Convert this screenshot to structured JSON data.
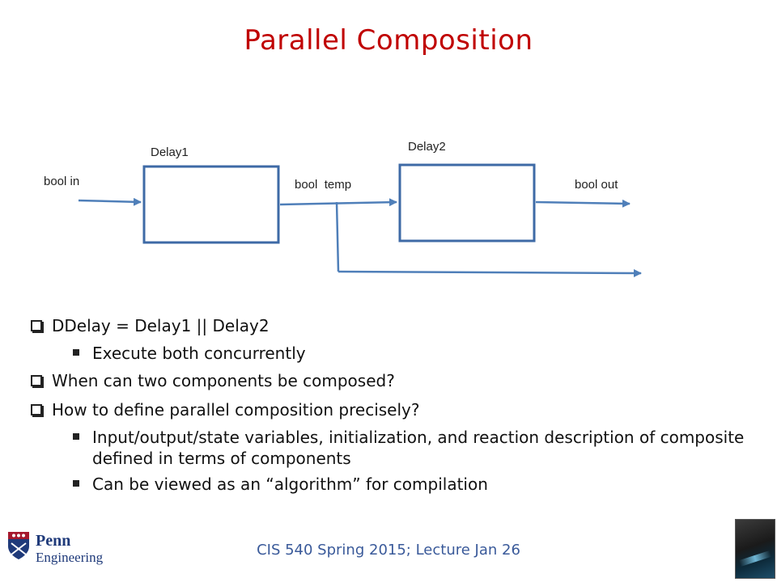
{
  "title": "Parallel Composition",
  "diagram": {
    "delay1_label": "Delay1",
    "delay2_label": "Delay2",
    "input_label": "bool in",
    "temp_label": "bool  temp",
    "output_label": "bool out",
    "line_color": "#4f7fb9"
  },
  "bullets": [
    {
      "text": "DDelay = Delay1 || Delay2",
      "sub": [
        "Execute both concurrently"
      ]
    },
    {
      "text": "When can two components be composed?",
      "sub": []
    },
    {
      "text": "How to define parallel composition precisely?",
      "sub": [
        "Input/output/state variables, initialization, and reaction description of composite defined in terms of components",
        "Can be viewed as an “algorithm” for compilation"
      ]
    }
  ],
  "footer": "CIS 540 Spring 2015;  Lecture Jan 26",
  "logo": {
    "line1": "Penn",
    "line2": "Engineering",
    "icon": "penn-shield-icon"
  },
  "book_icon": "book-cover-icon"
}
